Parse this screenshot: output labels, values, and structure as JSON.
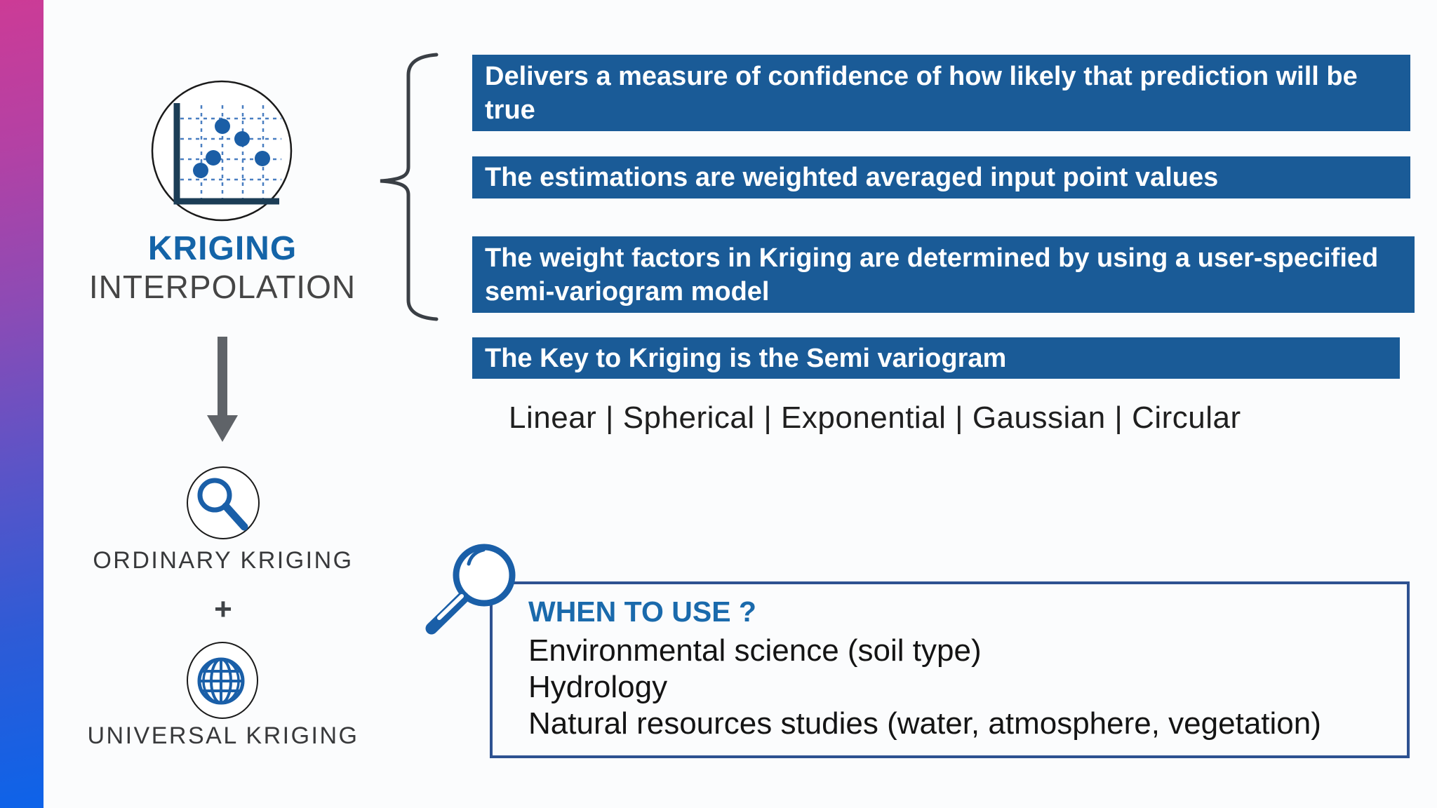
{
  "accent_bar": {
    "gradient_top": "#cc3b96",
    "gradient_bottom": "#0d63e9"
  },
  "title": {
    "primary": "KRIGING",
    "secondary": "INTERPOLATION"
  },
  "bullets": [
    "Delivers a measure of confidence of how likely that prediction will be true",
    "The estimations are weighted averaged input point values",
    "The weight factors in Kriging are determined by using a user-specified semi-variogram model",
    "The Key to Kriging is the Semi variogram"
  ],
  "models_row": "Linear | Spherical | Exponential | Gaussian | Circular",
  "flow": {
    "step1": "ORDINARY KRIGING",
    "connector": "+",
    "step2": "UNIVERSAL KRIGING"
  },
  "when_to_use": {
    "title": "WHEN TO USE ?",
    "items": [
      "Environmental science (soil type)",
      "Hydrology",
      "Natural resources studies (water, atmosphere, vegetation)"
    ]
  },
  "icons": {
    "scatter_plot": "scatter-plot-chart-icon",
    "brace": "curly-brace",
    "down_arrow": "down-arrow-icon",
    "ordinary": "magnifying-glass-icon",
    "universal": "globe-icon",
    "when_to_use": "magnifying-glass-icon"
  },
  "colors": {
    "bar_blue": "#1a5b97",
    "icon_blue": "#1a5fa8",
    "title_blue": "#1464a8",
    "heading_blue": "#1a6aac",
    "box_border_navy": "#2e5291",
    "dark_text": "#141414",
    "gray_text": "#38393b",
    "brace_gray": "#3a3f45",
    "arrow_gray": "#5f6368"
  }
}
